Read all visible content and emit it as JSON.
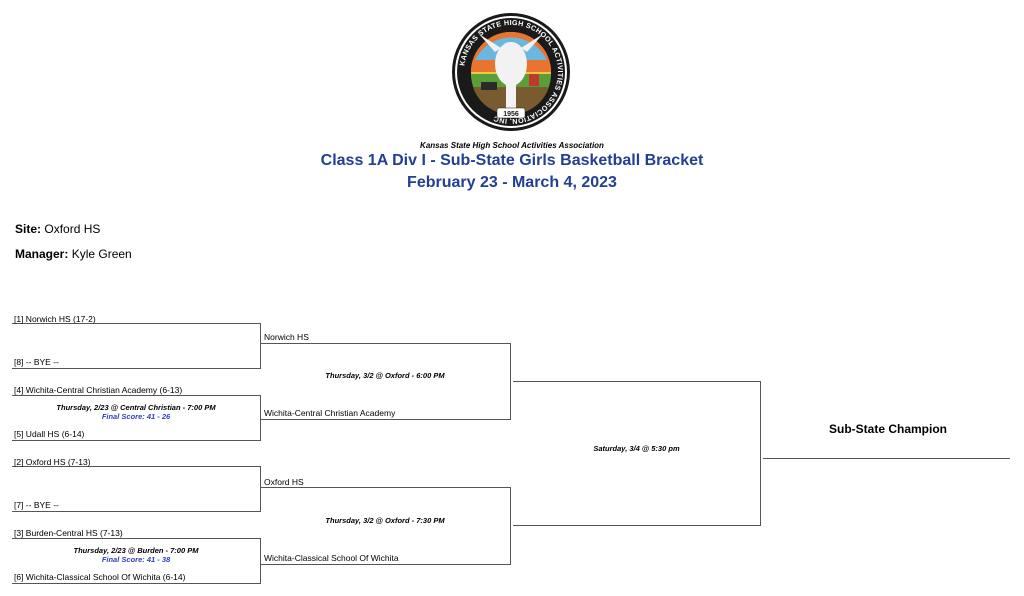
{
  "header": {
    "logo_text_top": "KANSAS STATE HIGH SCHOOL ACTIVITIES ASSOCIATION, INC",
    "logo_year": "1956",
    "organization": "Kansas State High School Activities Association",
    "title": "Class 1A Div I - Sub-State Girls Basketball Bracket",
    "dates": "February 23 - March 4, 2023"
  },
  "site": {
    "label": "Site:",
    "value": "Oxford HS"
  },
  "manager": {
    "label": "Manager:",
    "value": "Kyle Green"
  },
  "round1": {
    "teams": [
      "[1] Norwich HS   (17-2)",
      "[8] -- BYE --",
      "[4] Wichita-Central Christian Academy   (6-13)",
      "[5] Udall HS  (6-14)",
      "[2] Oxford HS   (7-13)",
      "[7] -- BYE --",
      "[3] Burden-Central HS   (7-13)",
      "[6] Wichita-Classical School Of Wichita  (6-14)"
    ],
    "game2_info": "Thursday, 2/23 @ Central Christian - 7:00 PM",
    "game2_score": "Final Score: 41 - 26",
    "game4_info": "Thursday, 2/23 @ Burden - 7:00 PM",
    "game4_score": "Final Score: 41 - 38"
  },
  "round2": {
    "teams": [
      "Norwich HS",
      "Wichita-Central Christian Academy",
      "Oxford HS",
      "Wichita-Classical School Of Wichita"
    ],
    "game1_info": "Thursday, 3/2 @ Oxford - 6:00 PM",
    "game2_info": "Thursday, 3/2 @ Oxford - 7:30 PM"
  },
  "final": {
    "info": "Saturday, 3/4 @ 5:30 pm",
    "champion_label": "Sub-State Champion",
    "champion": ""
  }
}
